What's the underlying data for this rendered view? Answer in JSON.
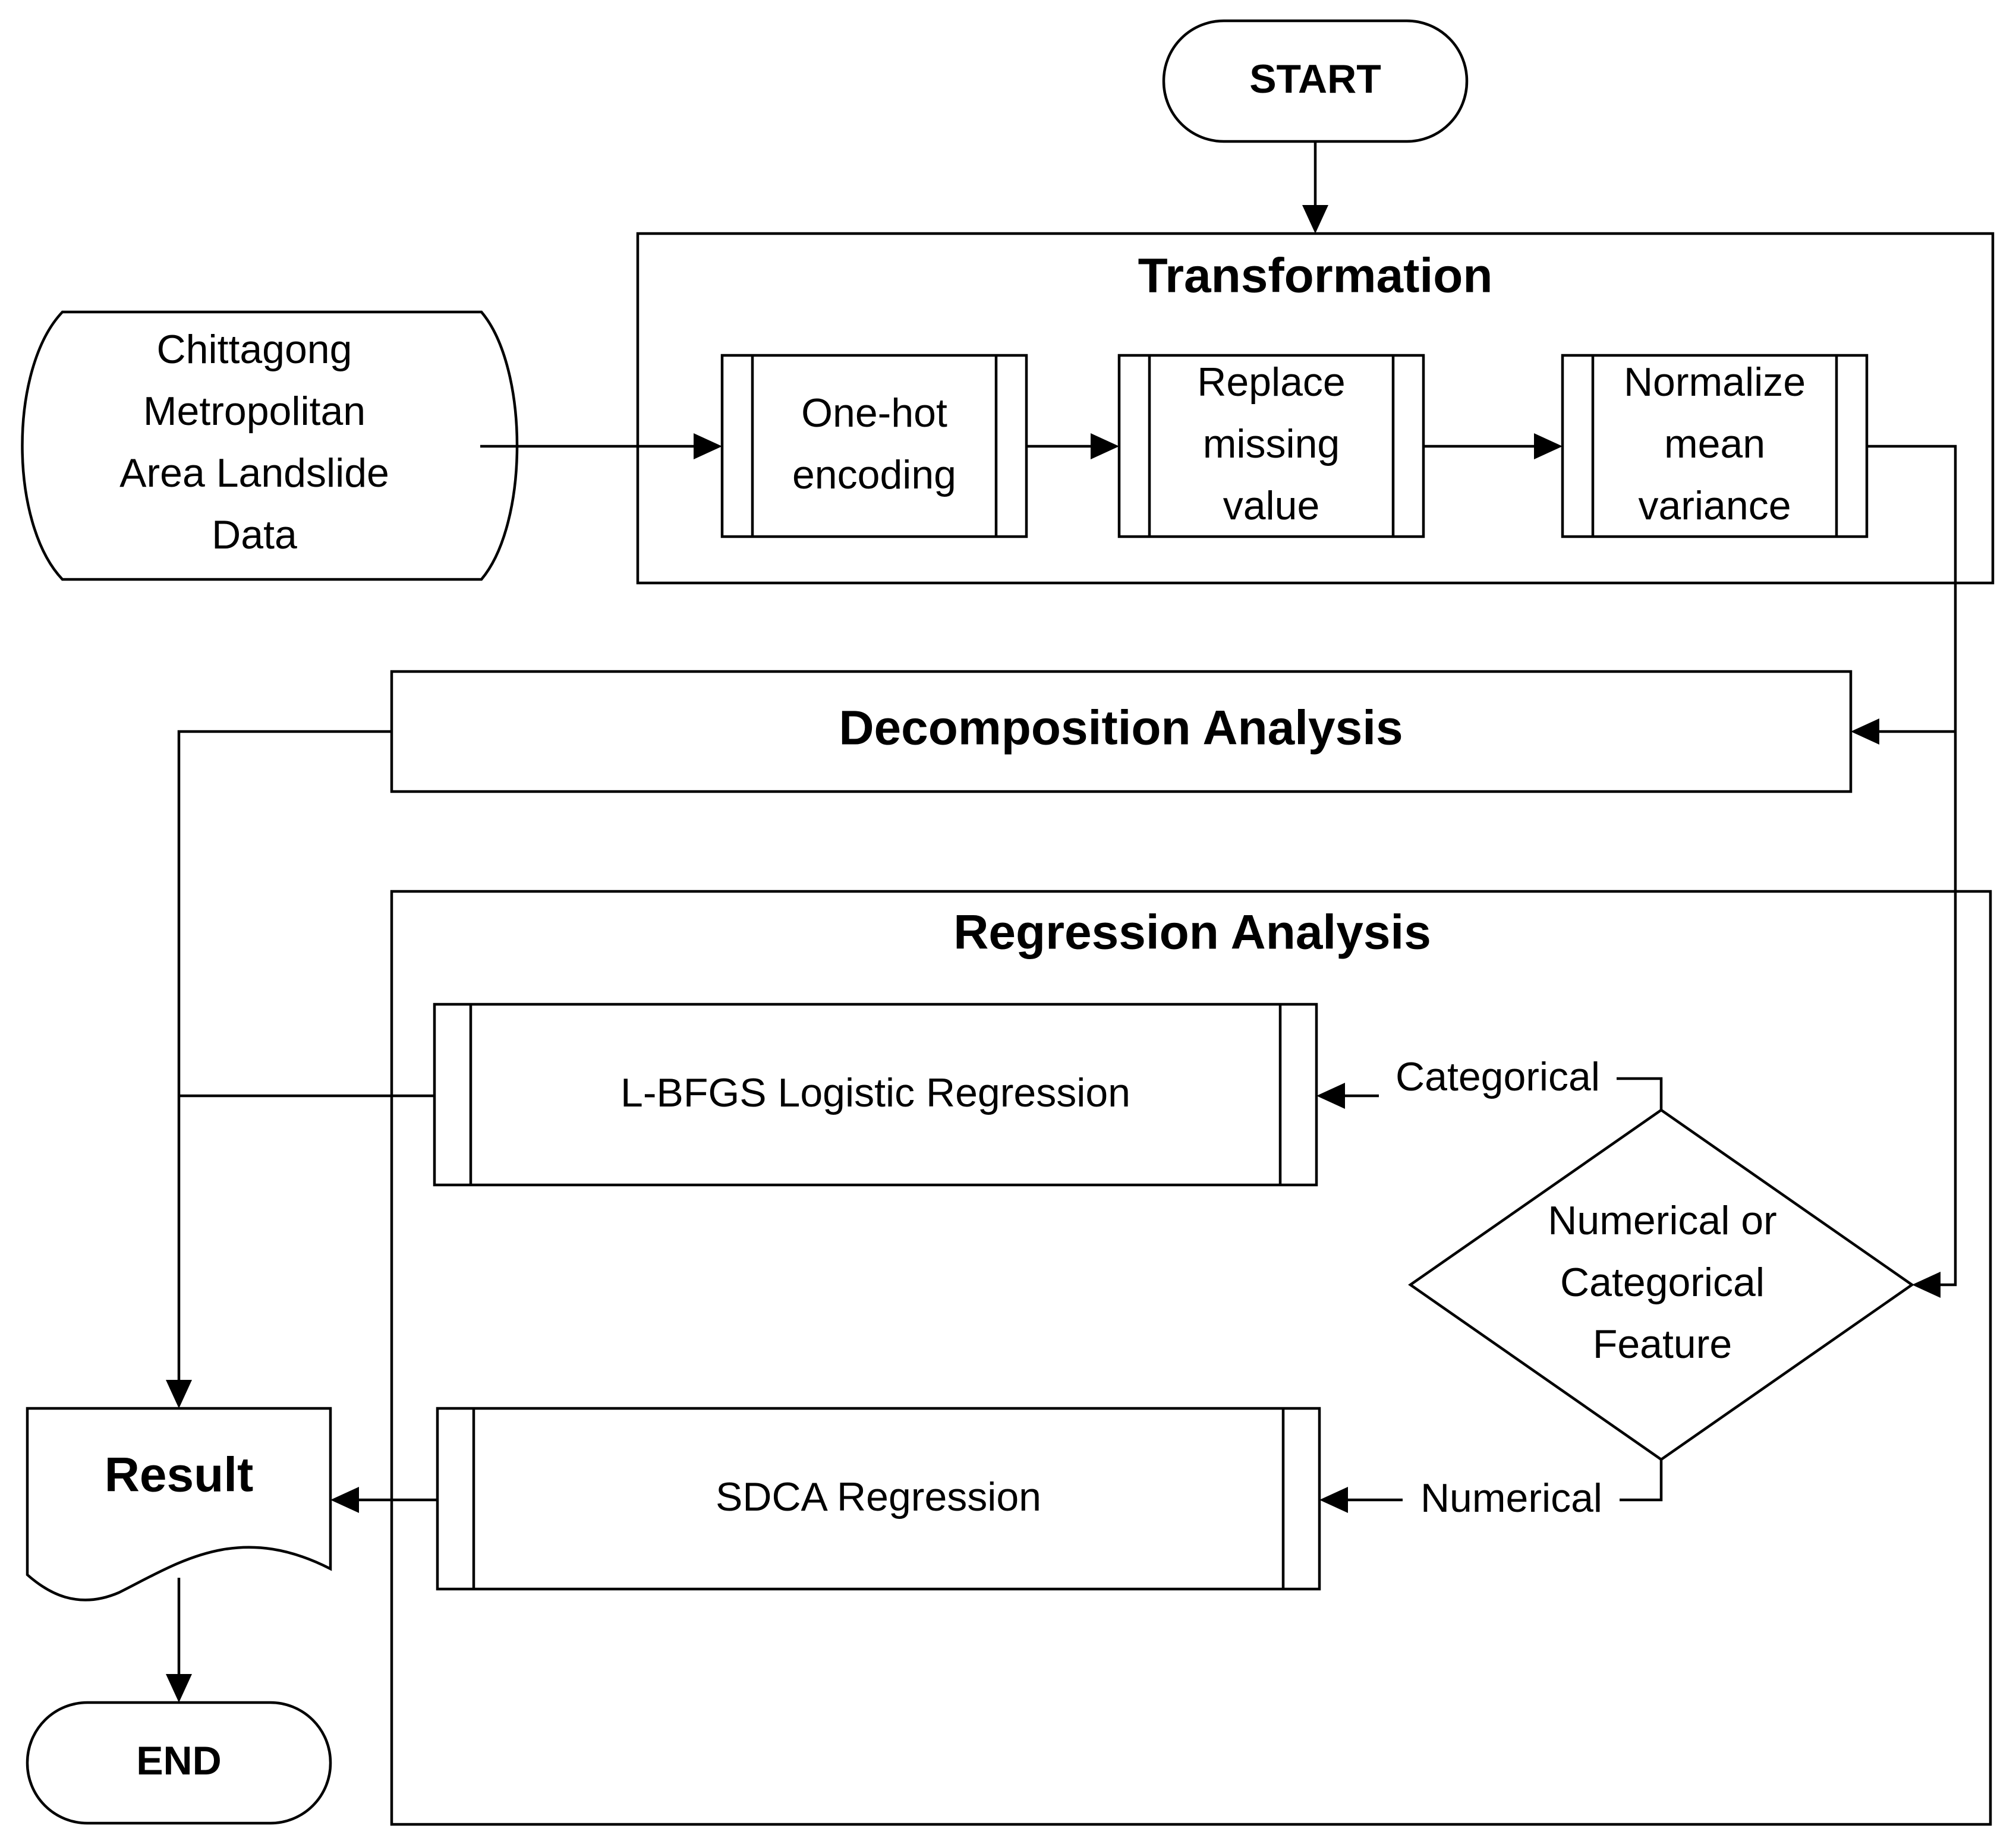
{
  "nodes": {
    "start": "START",
    "data_source": [
      "Chittagong",
      "Metropolitan",
      "Area Landslide",
      "Data"
    ],
    "transformation_title": "Transformation",
    "one_hot": [
      "One-hot",
      "encoding"
    ],
    "replace_missing": [
      "Replace",
      "missing",
      "value"
    ],
    "normalize": [
      "Normalize",
      "mean",
      "variance"
    ],
    "decomposition": "Decomposition Analysis",
    "regression_title": "Regression Analysis",
    "lbfgs": "L-BFGS Logistic Regression",
    "decision": [
      "Numerical or",
      "Categorical",
      "Feature"
    ],
    "sdca": "SDCA Regression",
    "result": "Result",
    "end": "END"
  },
  "edge_labels": {
    "categorical": "Categorical",
    "numerical": "Numerical"
  }
}
